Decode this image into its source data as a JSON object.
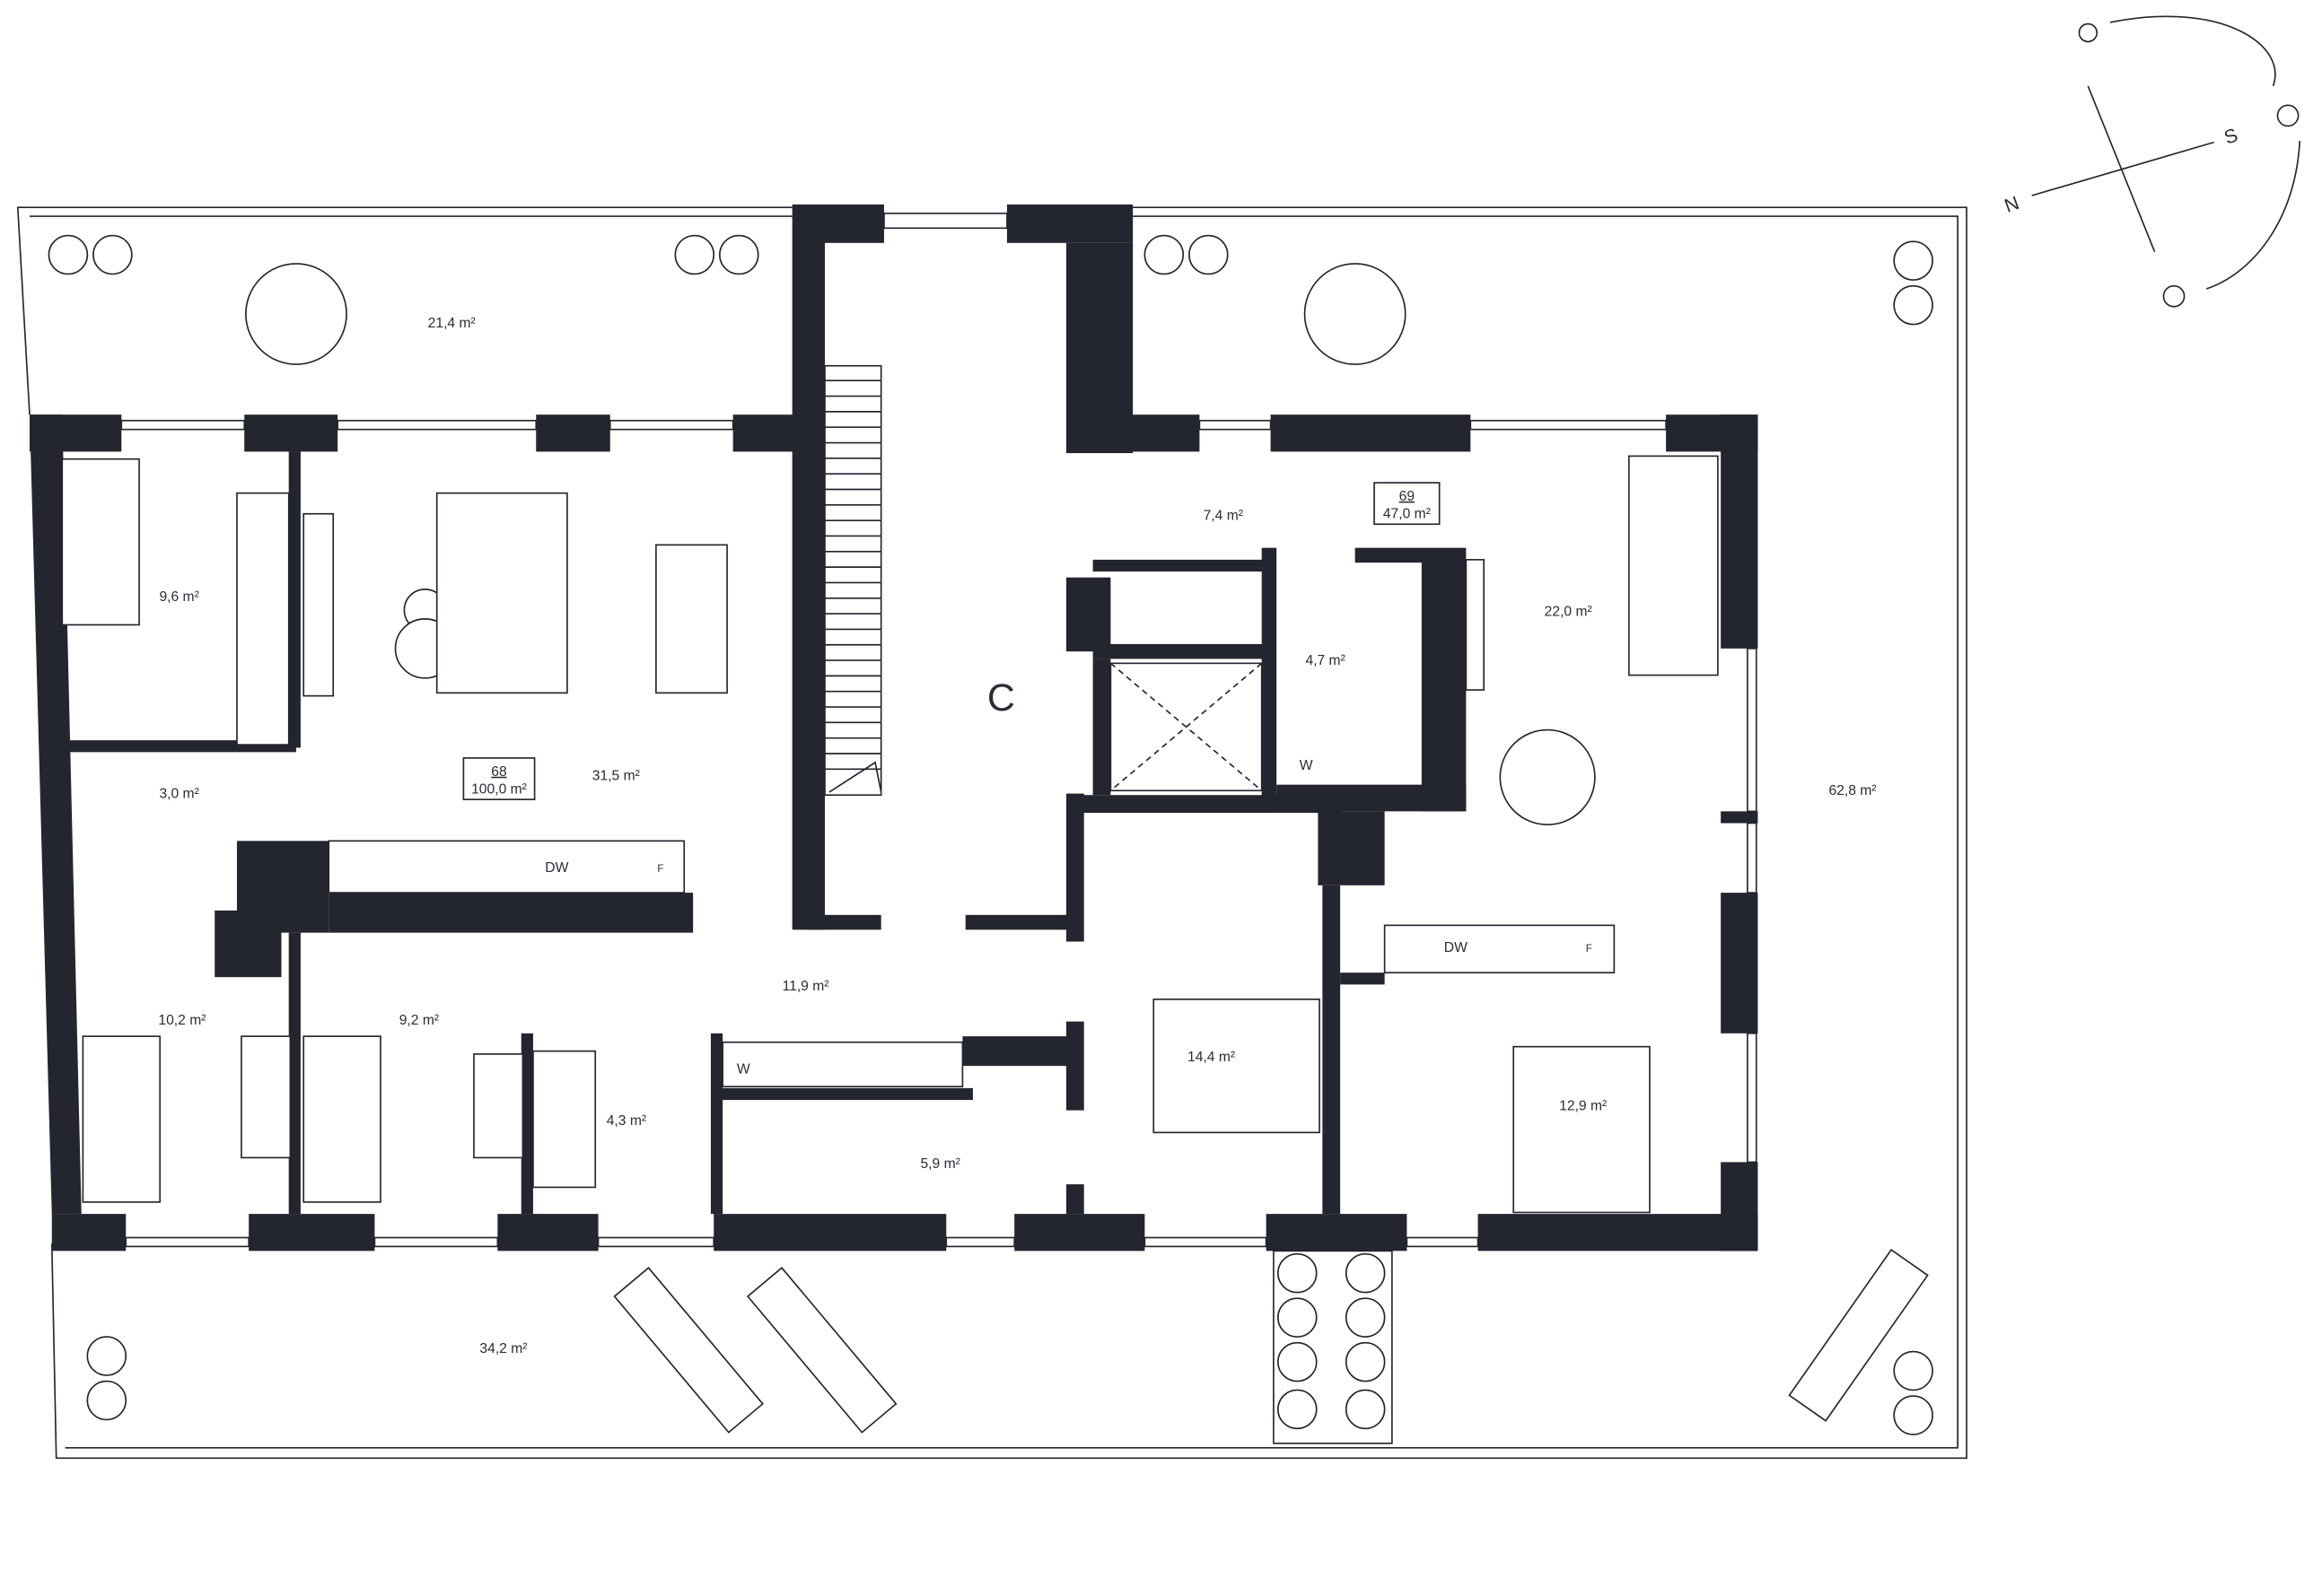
{
  "colors": {
    "wall": "#23252f",
    "background": "#ffffff"
  },
  "core": {
    "label": "C"
  },
  "apartments": [
    {
      "number": "68",
      "area": "100,0 m²"
    },
    {
      "number": "69",
      "area": "47,0 m²"
    }
  ],
  "rooms": [
    {
      "id": "terrace-north-west",
      "area": "21,4 m²"
    },
    {
      "id": "bedroom-nw",
      "area": "9,6 m²"
    },
    {
      "id": "living-68",
      "area": "31,5 m²"
    },
    {
      "id": "hall-small",
      "area": "3,0 m²"
    },
    {
      "id": "bedroom-sw",
      "area": "10,2 m²"
    },
    {
      "id": "bedroom-s",
      "area": "9,2 m²"
    },
    {
      "id": "bath-68",
      "area": "4,3 m²"
    },
    {
      "id": "hall-68",
      "area": "11,9 m²"
    },
    {
      "id": "bath-2",
      "area": "5,9 m²"
    },
    {
      "id": "bedroom-14",
      "area": "14,4 m²"
    },
    {
      "id": "hall-69",
      "area": "7,4 m²"
    },
    {
      "id": "bath-69",
      "area": "4,7 m²"
    },
    {
      "id": "living-69",
      "area": "22,0 m²"
    },
    {
      "id": "bedroom-69",
      "area": "12,9 m²"
    },
    {
      "id": "terrace-east",
      "area": "62,8 m²"
    },
    {
      "id": "terrace-south",
      "area": "34,2 m²"
    }
  ],
  "appliances": {
    "dishwasher": "DW",
    "fridge": "F",
    "washer": "W"
  },
  "compass": {
    "north": "N",
    "south": "S"
  }
}
